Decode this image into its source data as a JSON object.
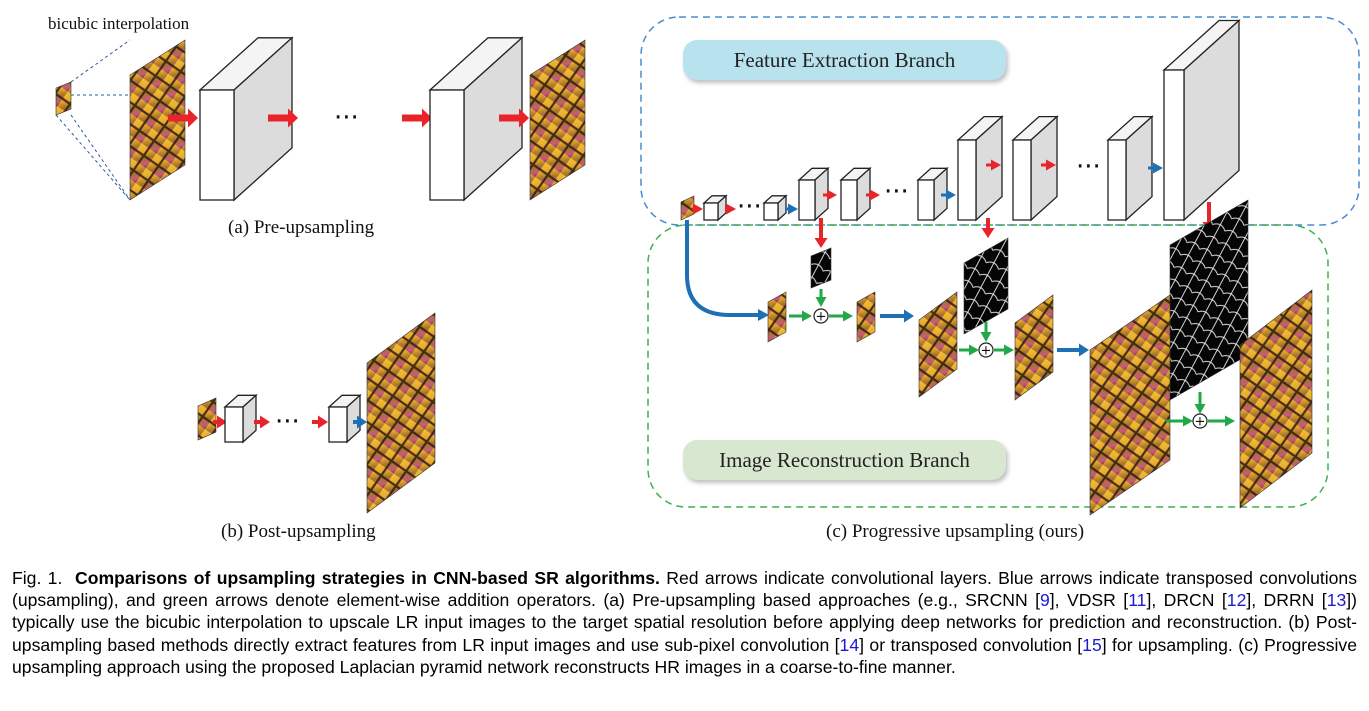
{
  "panels": {
    "a": {
      "title": "(a) Pre-upsampling",
      "interp_label": "bicubic interpolation",
      "dots": "···"
    },
    "b": {
      "title": "(b) Post-upsampling",
      "dots": "···"
    },
    "c": {
      "title": "(c) Progressive upsampling (ours)",
      "feature_branch": "Feature Extraction Branch",
      "recon_branch": "Image Reconstruction Branch",
      "dots": "···",
      "plus": "+"
    }
  },
  "colors": {
    "red_arrow": "#e8242a",
    "blue_arrow": "#1f6fb5",
    "green_arrow": "#22a84a",
    "feature_box": "#b9e2ef",
    "recon_box": "#d8e7cf",
    "feature_border": "#4a8bd0",
    "recon_border": "#3fb04f"
  },
  "caption": {
    "fig_label": "Fig. 1.",
    "bold_title": "Comparisons of upsampling strategies in CNN-based SR algorithms.",
    "s1": "Red arrows indicate convolutional layers. Blue arrows indicate transposed convolutions (upsampling), and green arrows denote element-wise addition operators. (a) Pre-upsampling based approaches (e.g., SRCNN [",
    "ref9": "9",
    "s2": "], VDSR [",
    "ref11": "11",
    "s3": "], DRCN [",
    "ref12": "12",
    "s4": "], DRRN [",
    "ref13": "13",
    "s5": "]) typically use the bicubic interpolation to upscale LR input images to the target spatial resolution before applying deep networks for prediction and reconstruction. (b) Post-upsampling based methods directly extract features from LR input images and use sub-pixel convolution [",
    "ref14": "14",
    "s6": "] or transposed convolution [",
    "ref15": "15",
    "s7": "] for upsampling. (c) Progressive upsampling approach using the proposed Laplacian pyramid network reconstructs HR images in a coarse-to-fine manner."
  }
}
